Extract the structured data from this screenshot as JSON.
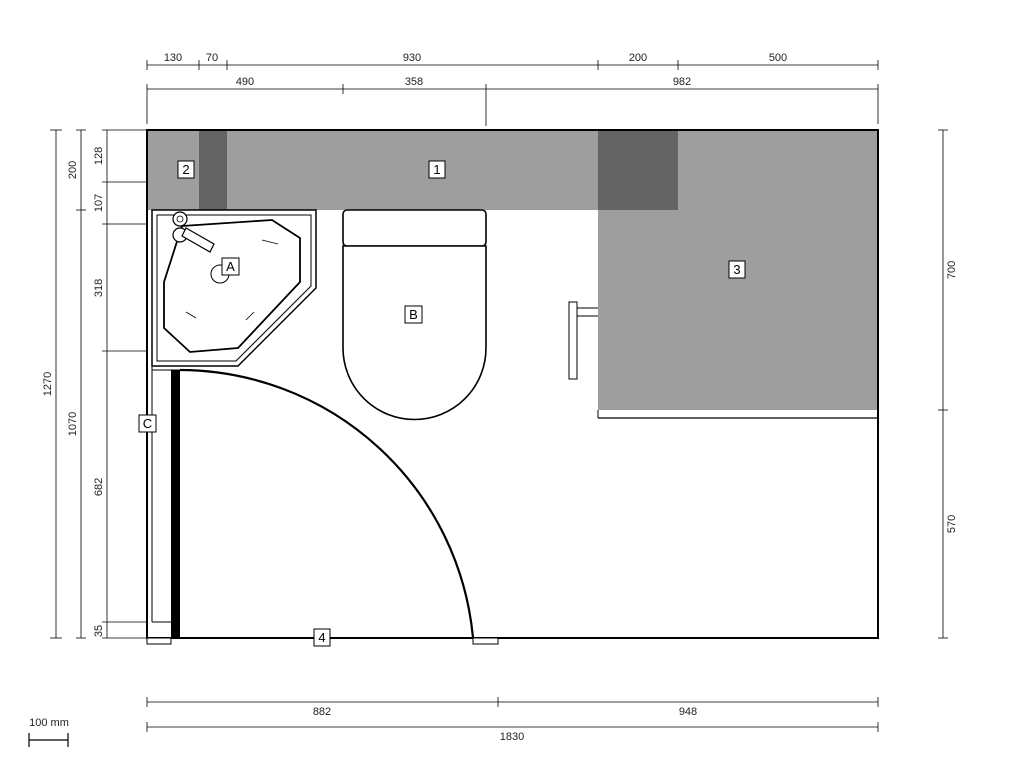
{
  "top_dims_row1": [
    "130",
    "70",
    "930",
    "200",
    "500"
  ],
  "top_dims_row2": [
    "490",
    "358",
    "982"
  ],
  "left_dims_outer": [
    "1270"
  ],
  "left_dims_mid": [
    "200",
    "1070"
  ],
  "left_dims_inner": [
    "128",
    "107",
    "318",
    "682",
    "35"
  ],
  "right_dims": [
    "700",
    "570"
  ],
  "bottom_dims_row1": [
    "882",
    "948"
  ],
  "bottom_dims_row2": [
    "1830"
  ],
  "scale": {
    "label": "100 mm"
  },
  "zone_labels": [
    "1",
    "2",
    "3",
    "4"
  ],
  "fixture_labels": [
    "A",
    "B",
    "C"
  ],
  "colors": {
    "zone_mid": "#9e9e9e",
    "zone_dark": "#646464",
    "ink": "#000000"
  }
}
